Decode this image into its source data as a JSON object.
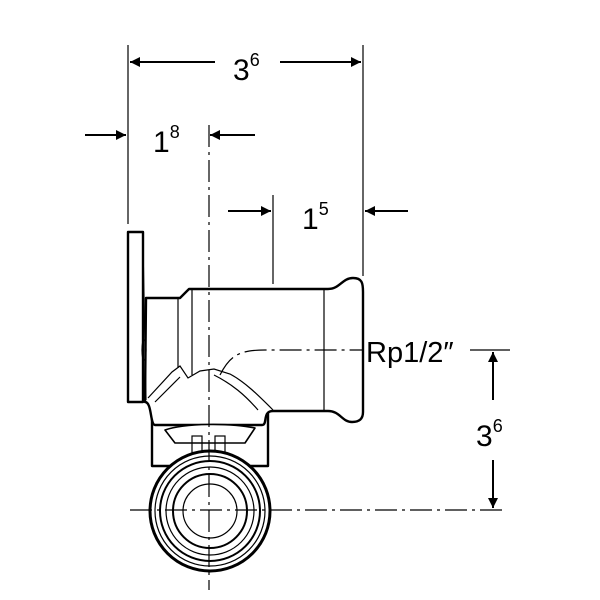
{
  "drawing": {
    "dimensions": [
      {
        "id": "overall-width",
        "base": "3",
        "sup": "6"
      },
      {
        "id": "plate-to-axis",
        "base": "1",
        "sup": "8"
      },
      {
        "id": "socket-depth",
        "base": "1",
        "sup": "5"
      },
      {
        "id": "axis-offset",
        "base": "3",
        "sup": "6"
      }
    ],
    "thread_label": "Rp1/2″"
  }
}
